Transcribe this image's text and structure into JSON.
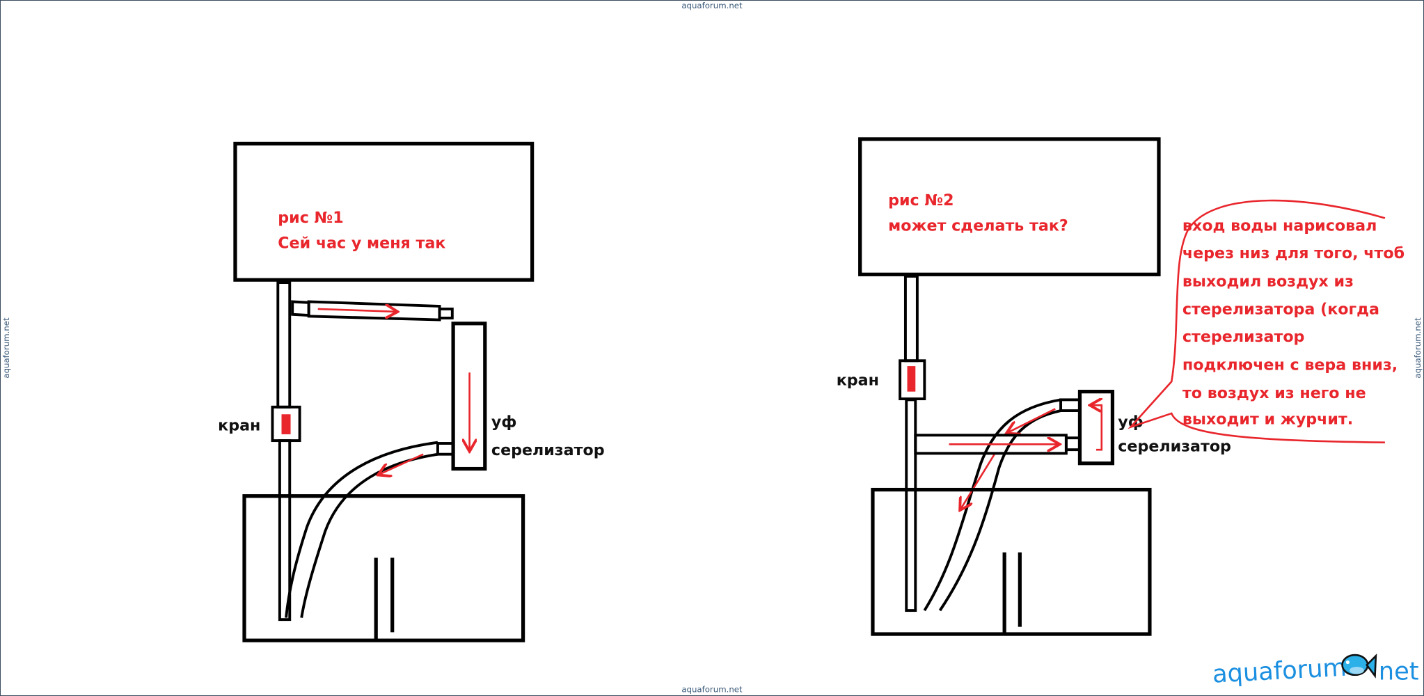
{
  "watermark": "aquaforum.net",
  "figure1": {
    "title": "рис №1",
    "caption": "Сей час у меня так",
    "valve_label": "кран",
    "uv_label_1": "уф",
    "uv_label_2": "серелизатор"
  },
  "figure2": {
    "title": "рис №2",
    "caption": "может сделать так?",
    "valve_label": "кран",
    "uv_label_1": "уф",
    "uv_label_2": "серелизатор",
    "callout_lines": [
      "вход воды нарисовал",
      "через низ для того, чтоб",
      "выходил воздух из",
      "стерелизатора (когда",
      "стерелизатор",
      "подключен с вера вниз,",
      "то воздух из него не",
      "выходит и журчит."
    ]
  },
  "logo": {
    "left": "aquaforum",
    "right": "net"
  },
  "colors": {
    "accent_red": "#e8262c",
    "logo_blue": "#1b8fe0"
  }
}
